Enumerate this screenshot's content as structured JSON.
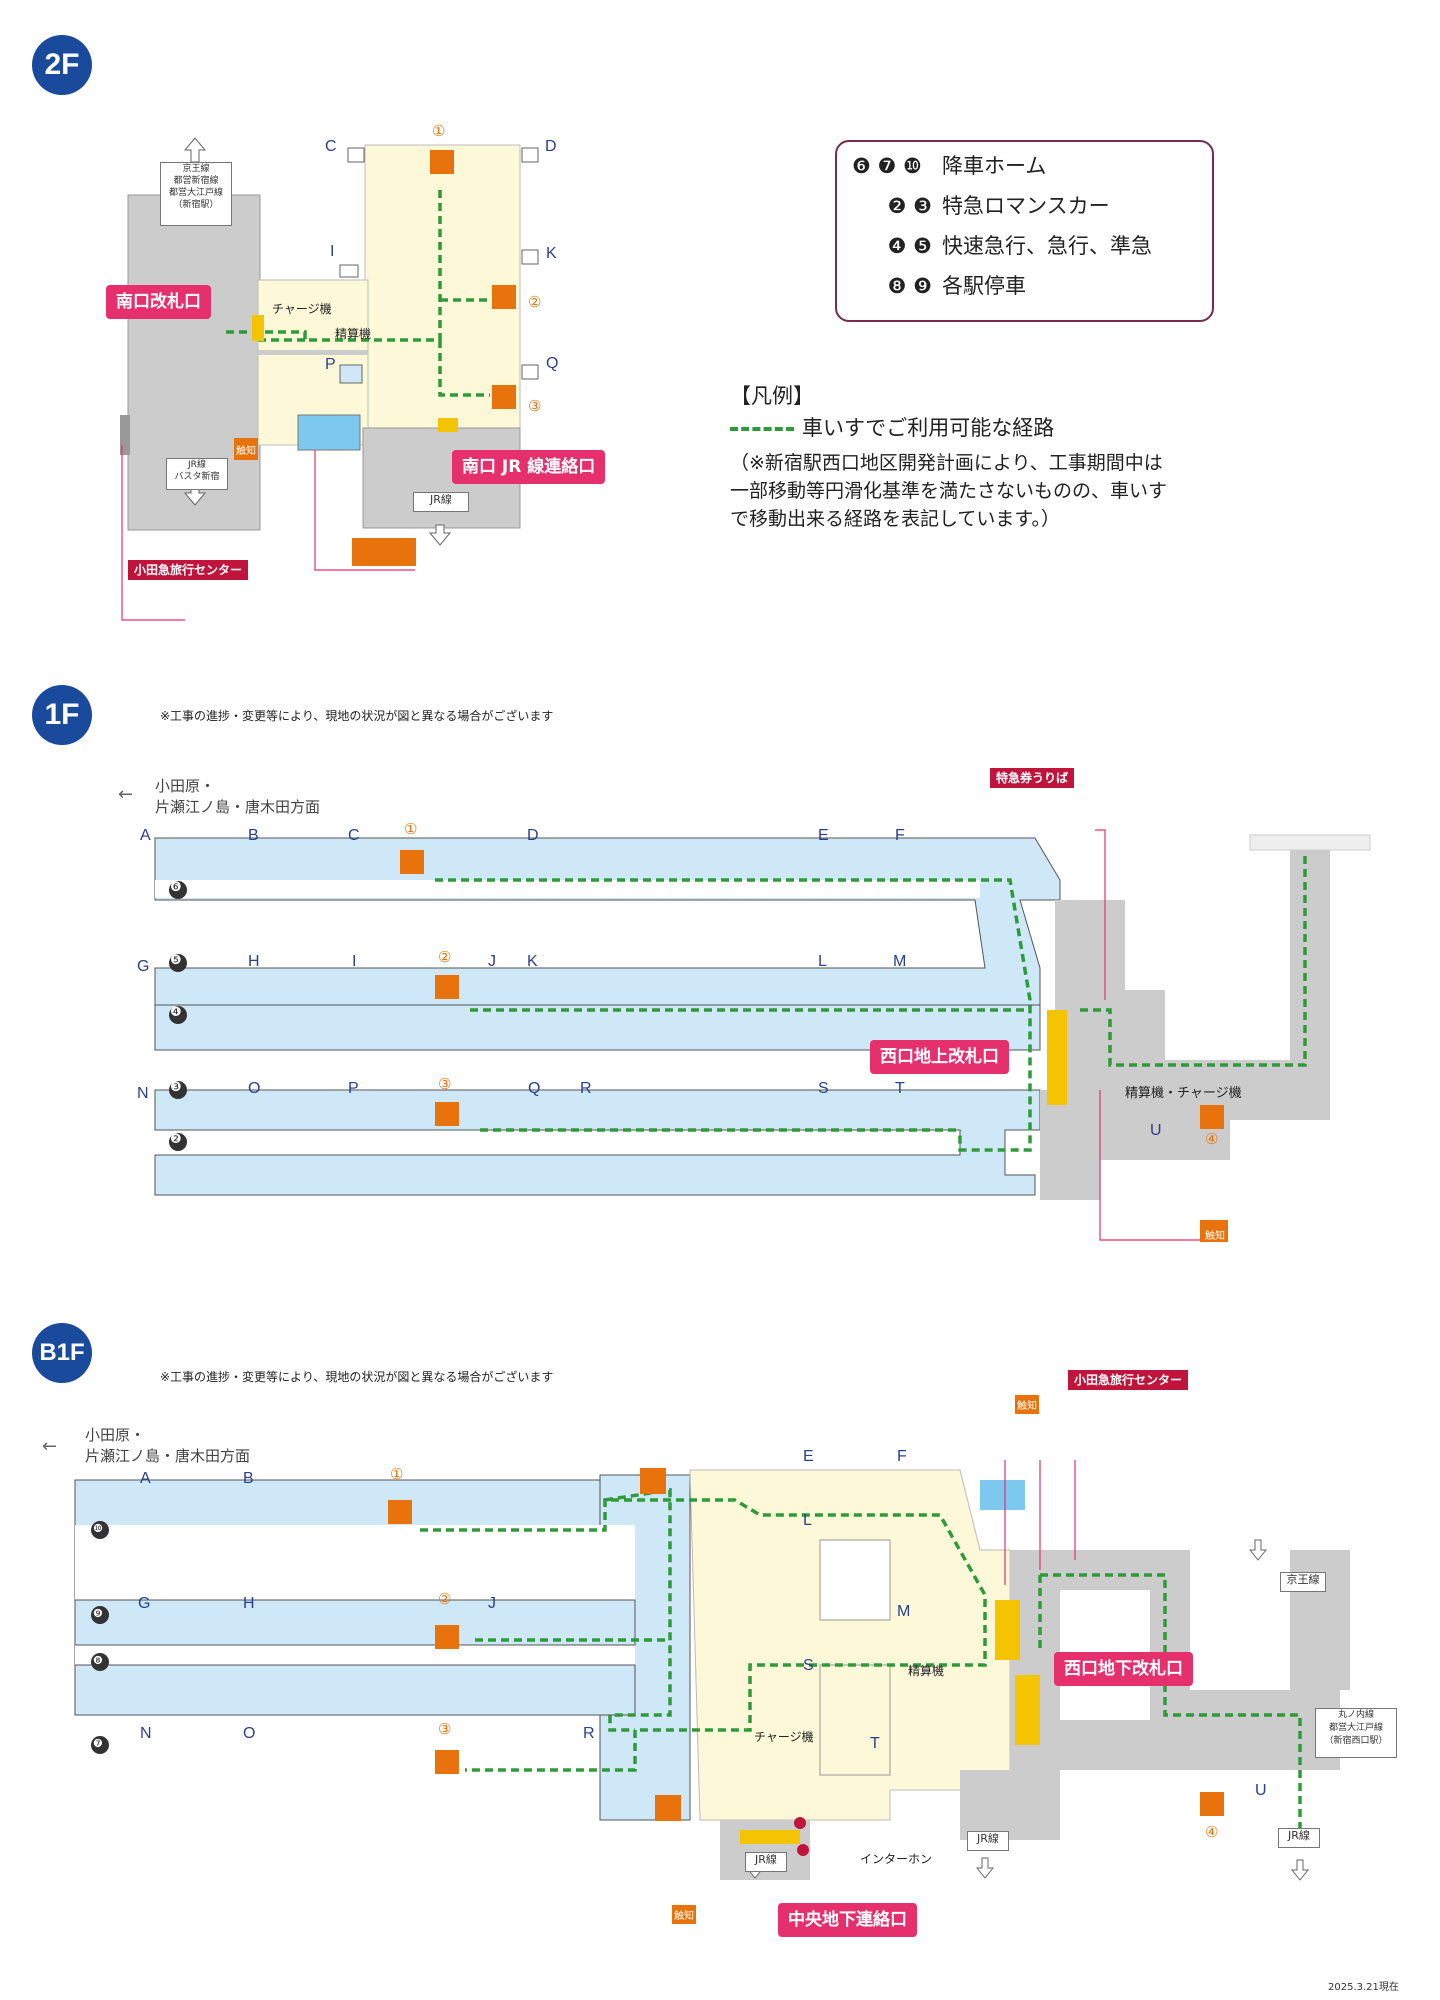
{
  "floors": {
    "f2": {
      "badge": "2F"
    },
    "f1": {
      "badge": "1F",
      "notice": "※工事の進捗・変更等により、現地の状況が図と異なる場合がございます",
      "direction": "小田原・\n片瀬江ノ島・唐木田方面"
    },
    "b1": {
      "badge": "B1F",
      "notice": "※工事の進捗・変更等により、現地の状況が図と異なる場合がございます",
      "direction": "小田原・\n片瀬江ノ島・唐木田方面"
    }
  },
  "legend": {
    "rows": [
      {
        "nums": "❻ ❼ ❿",
        "label": "降車ホーム"
      },
      {
        "nums": "❷ ❸",
        "label": "特急ロマンスカー"
      },
      {
        "nums": "❹ ❺",
        "label": "快速急行、急行、準急"
      },
      {
        "nums": "❽ ❾",
        "label": "各駅停車"
      }
    ],
    "heading": "【凡例】",
    "route_label": "車いすでご利用可能な経路",
    "note_lines": [
      "（※新宿駅西口地区開発計画により、工事期間中は",
      "一部移動等円滑化基準を満たさないものの、車いす",
      "で移動出来る経路を表記しています。）"
    ]
  },
  "f2_labels": {
    "south_gate": "南口改札口",
    "jr_connect": "南口 JR 線連絡口",
    "charge": "チャージ機",
    "fare_adjust": "精算機",
    "travel_center": "小田急旅行センター",
    "keio_box": "京王線\n都営新宿線\n都営大江戸線\n（新宿駅）",
    "busta_box": "JR線\nバスタ新宿",
    "jr_line": "JR線",
    "tactile": "触知",
    "letters": [
      "C",
      "D",
      "I",
      "K",
      "P",
      "Q"
    ],
    "nums": [
      "①",
      "②",
      "③"
    ]
  },
  "f1_labels": {
    "west_gate": "西口地上改札口",
    "express_ticket": "特急券うりば",
    "fare_charge": "精算機・チャージ機",
    "tactile": "触知",
    "platform_nums": [
      "❻",
      "❺",
      "❹",
      "❸",
      "❷"
    ],
    "letters_row1": [
      "A",
      "B",
      "C",
      "D",
      "E",
      "F"
    ],
    "letters_row2": [
      "G",
      "H",
      "I",
      "J",
      "K",
      "L",
      "M"
    ],
    "letters_row3": [
      "N",
      "O",
      "P",
      "Q",
      "R",
      "S",
      "T"
    ],
    "letter_u": "U",
    "nums": [
      "①",
      "②",
      "③",
      "④"
    ]
  },
  "b1_labels": {
    "west_gate": "西口地下改札口",
    "central_connect": "中央地下連絡口",
    "travel_center": "小田急旅行センター",
    "fare_adjust": "精算機",
    "charge": "チャージ機",
    "intercom": "インターホン",
    "jr_line": "JR線",
    "keio": "京王線",
    "marunouchi_box": "丸ノ内線\n都営大江戸線\n（新宿西口駅）",
    "tactile": "触知",
    "platform_nums": [
      "❿",
      "❾",
      "❽",
      "❼"
    ],
    "letters": [
      "A",
      "B",
      "E",
      "F",
      "L",
      "G",
      "H",
      "J",
      "M",
      "S",
      "N",
      "O",
      "R",
      "T",
      "U"
    ],
    "nums": [
      "①",
      "②",
      "③",
      "④"
    ]
  },
  "date_stamp": "2025.3.21現在",
  "colors": {
    "platform": "#cfe8f7",
    "concourse": "#fcf8d8",
    "building": "#cccccc",
    "route": "#2e9a3a",
    "pink": "#e6306e",
    "badge": "#1a4a9c",
    "elevator": "#e8730c"
  }
}
